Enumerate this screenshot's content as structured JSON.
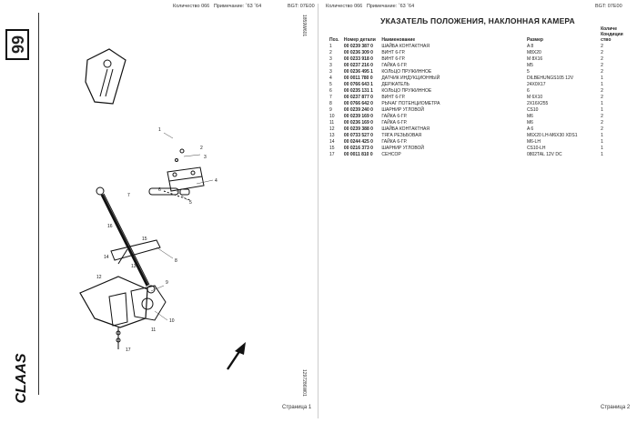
{
  "left_page": {
    "header": {
      "qty": "Количество 066",
      "note": "Примечание: ˆ63 ˆ64",
      "code": "BGT: 07E00"
    },
    "page_number": "66",
    "edge_code_top": "1859W601",
    "edge_code_bottom": "1297286W01",
    "logo": "CLAAS",
    "footer": "Страница 1",
    "callouts": [
      "1",
      "2",
      "3",
      "4",
      "5",
      "6",
      "7",
      "8",
      "9",
      "10",
      "11",
      "12",
      "13",
      "14",
      "15",
      "16",
      "17"
    ]
  },
  "right_page": {
    "header": {
      "qty": "Количество 066",
      "note": "Примечание: ˆ63 ˆ64",
      "code": "BGT: 07E00"
    },
    "title": "УКАЗАТЕЛЬ ПОЛОЖЕНИЯ, НАКЛОННАЯ КАМЕРА",
    "columns": [
      "Поз.",
      "Номер детали",
      "Наименование",
      "Размер",
      "Количе Кондиции ство"
    ],
    "rows": [
      {
        "pos": "1",
        "part": "00 0239 387 0",
        "name": "ШАЙБА КОНТАКТНАЯ",
        "size": "A 8",
        "qty": "2"
      },
      {
        "pos": "2",
        "part": "00 0236 309 0",
        "name": "ВИНТ 6-ГР.",
        "size": "M8X20",
        "qty": "2"
      },
      {
        "pos": "3",
        "part": "00 0233 918 0",
        "name": "ВИНТ 6-ГР.",
        "size": "M 8X16",
        "qty": "2"
      },
      {
        "pos": "3",
        "part": "00 0237 216 0",
        "name": "ГАЙКА 6-ГР.",
        "size": "M5",
        "qty": "2"
      },
      {
        "pos": "3",
        "part": "00 0236 495 1",
        "name": "КОЛЬЦО ПРУЖИННОЕ",
        "size": "5",
        "qty": "2"
      },
      {
        "pos": "4",
        "part": "00 0011 780 0",
        "name": "ДАТЧИК ИНДУКЦИОННЫЙ",
        "size": "DILBEHUNGS105 12V",
        "qty": "1"
      },
      {
        "pos": "5",
        "part": "00 0766 643 1",
        "name": "ДЕРЖАТЕЛЬ",
        "size": "24X0X17",
        "qty": "1"
      },
      {
        "pos": "6",
        "part": "00 0235 131 1",
        "name": "КОЛЬЦО ПРУЖИННОЕ",
        "size": "6",
        "qty": "2"
      },
      {
        "pos": "7",
        "part": "00 0237 877 0",
        "name": "ВИНТ 6-ГР.",
        "size": "M 6X10",
        "qty": "2"
      },
      {
        "pos": "8",
        "part": "00 0766 642 0",
        "name": "РЫЧАГ ПОТЕНЦИОМЕТРА",
        "size": "2X16X255",
        "qty": "1"
      },
      {
        "pos": "9",
        "part": "00 0239 240 0",
        "name": "ШАРНИР УГЛОВОЙ",
        "size": "CS10",
        "qty": "1"
      },
      {
        "pos": "10",
        "part": "00 0239 169 0",
        "name": "ГАЙКА 6-ГР.",
        "size": "M6",
        "qty": "2"
      },
      {
        "pos": "11",
        "part": "00 0236 169 0",
        "name": "ГАЙКА 6-ГР.",
        "size": "M6",
        "qty": "2"
      },
      {
        "pos": "12",
        "part": "00 0239 388 0",
        "name": "ШАЙБА КОНТАКТНАЯ",
        "size": "A 6",
        "qty": "2"
      },
      {
        "pos": "13",
        "part": "00 0733 527 0",
        "name": "ТЯГА РЕЗЬБОВАЯ",
        "size": "M6X20 LH-M6X30 XDS1",
        "qty": "1"
      },
      {
        "pos": "14",
        "part": "00 0244 425 0",
        "name": "ГАЙКА 6-ГР.",
        "size": "M6-LH",
        "qty": "1"
      },
      {
        "pos": "15",
        "part": "00 0216 373 0",
        "name": "ШАРНИР УГЛОВОЙ",
        "size": "CS10-LH",
        "qty": "1"
      },
      {
        "pos": "17",
        "part": "00 0011 810 0",
        "name": "СЕНСОР",
        "size": "0802TAL 12V DC",
        "qty": "1"
      }
    ],
    "footer": "Страница 2"
  }
}
